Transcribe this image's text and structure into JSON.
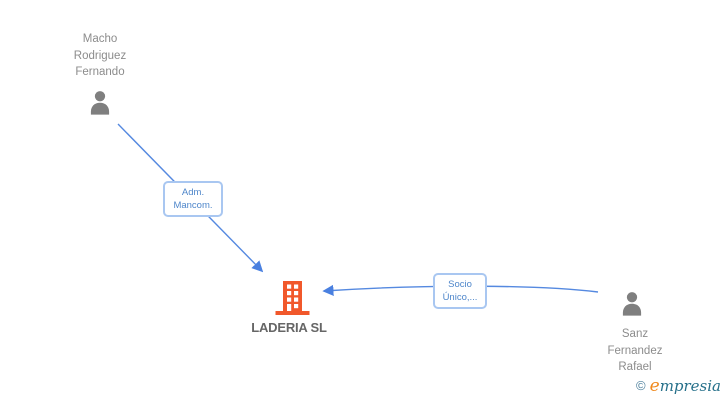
{
  "diagram": {
    "type": "corporate-relationship-graph",
    "company": {
      "name": "LADERIA SL",
      "icon": "building-icon",
      "icon_color": "#f1582b"
    },
    "people": [
      {
        "id": "person-1",
        "name": "Macho Rodriguez Fernando",
        "icon": "person-icon",
        "icon_color": "#7f7f7f",
        "position": "top-left"
      },
      {
        "id": "person-2",
        "name": "Sanz Fernandez Rafael",
        "icon": "person-icon",
        "icon_color": "#7f7f7f",
        "position": "right"
      }
    ],
    "edges": [
      {
        "from": "Macho Rodriguez Fernando",
        "to": "LADERIA SL",
        "label": "Adm. Mancom.",
        "direction": "to-company"
      },
      {
        "from": "Sanz Fernandez Rafael",
        "to": "LADERIA SL",
        "label": "Socio Único,...",
        "direction": "to-company"
      }
    ]
  },
  "branding": {
    "copyright_symbol": "©",
    "logo_first_letter": "e",
    "logo_rest": "mpresia"
  },
  "colors": {
    "edge_line": "#5589e0",
    "edge_box_border": "#a9c7f1",
    "edge_box_text": "#4e86ca",
    "person_icon": "#7f7f7f",
    "person_text": "#8c8c8c",
    "company_icon": "#f1582b",
    "company_text": "#666666",
    "logo_teal": "#26708a",
    "logo_orange": "#f08a1f",
    "background": "#ffffff"
  }
}
